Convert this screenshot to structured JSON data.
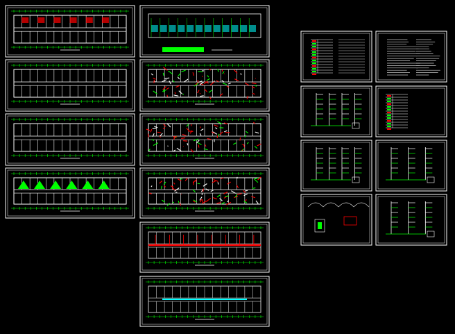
{
  "view": {
    "background": "#000000",
    "sheet_border": "#ffffff",
    "palette": {
      "wall": "#ffffff",
      "dim": "#00ff00",
      "hatch": "#00ffff",
      "red": "#ff0000",
      "gray": "#c8c8c8",
      "label": "#ffffff"
    }
  },
  "sheets": [
    {
      "name": "sheet-floorplan-1",
      "kind": "plan-rooms"
    },
    {
      "name": "sheet-floorplan-2",
      "kind": "plan-white"
    },
    {
      "name": "sheet-floorplan-3",
      "kind": "plan-white"
    },
    {
      "name": "sheet-floorplan-4",
      "kind": "plan-green"
    },
    {
      "name": "sheet-elevation",
      "kind": "elevation"
    },
    {
      "name": "sheet-plumbing-plan-1",
      "kind": "plan-colored"
    },
    {
      "name": "sheet-plumbing-plan-2",
      "kind": "plan-colored"
    },
    {
      "name": "sheet-plumbing-plan-3",
      "kind": "plan-colored"
    },
    {
      "name": "sheet-pipe-plan",
      "kind": "plan-pipe"
    },
    {
      "name": "sheet-roof-plan",
      "kind": "plan-roof"
    },
    {
      "name": "sheet-legend-table",
      "kind": "legend"
    },
    {
      "name": "sheet-notes",
      "kind": "notes"
    },
    {
      "name": "sheet-riser-1",
      "kind": "riser"
    },
    {
      "name": "sheet-table-2",
      "kind": "table"
    },
    {
      "name": "sheet-riser-2",
      "kind": "riser"
    },
    {
      "name": "sheet-riser-3",
      "kind": "riser-tall"
    },
    {
      "name": "sheet-details",
      "kind": "detail"
    },
    {
      "name": "sheet-riser-4",
      "kind": "riser-tall"
    }
  ]
}
